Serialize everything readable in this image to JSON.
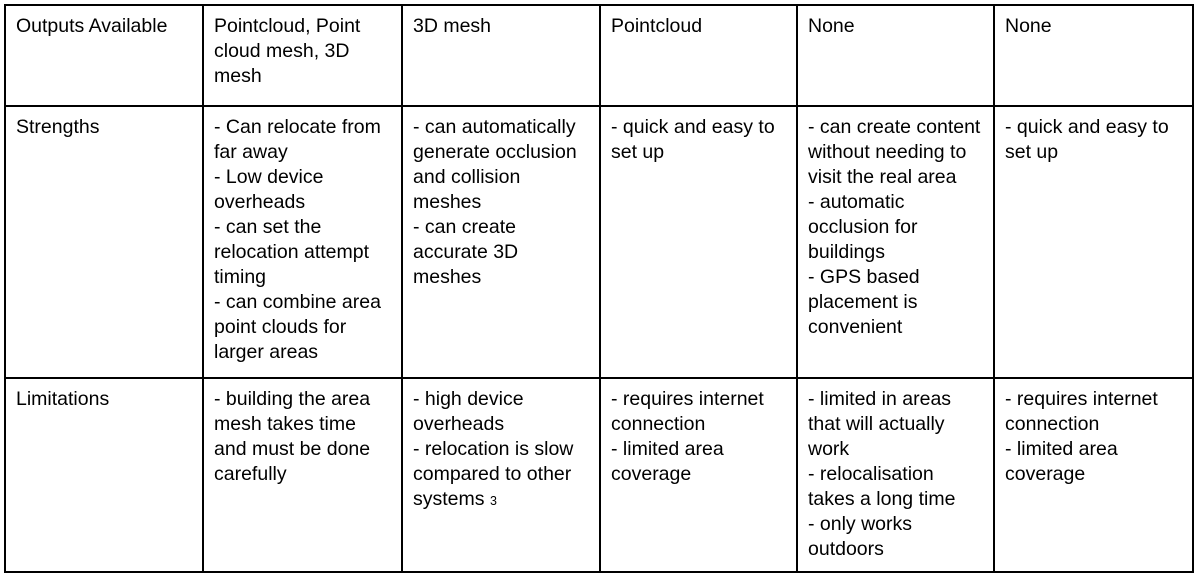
{
  "table": {
    "row_labels": {
      "outputs": "Outputs Available",
      "strengths": "Strengths",
      "limitations": "Limitations"
    },
    "rows": [
      {
        "id": "outputs-available",
        "label": "Outputs Available",
        "cells": [
          "Pointcloud, Point cloud mesh, 3D mesh",
          "3D mesh",
          "Pointcloud",
          "None",
          "None"
        ]
      },
      {
        "id": "strengths",
        "label": "Strengths",
        "cells": [
          "- Can relocate from far away\n- Low device overheads\n- can set the relocation attempt timing\n- can combine area point clouds for larger areas",
          "- can automatically generate occlusion and collision meshes\n- can create accurate 3D meshes",
          "- quick and easy to set up",
          "- can create content without needing to visit the real area\n- automatic occlusion for buildings\n- GPS based placement is convenient",
          "- quick and easy to set up"
        ]
      },
      {
        "id": "limitations",
        "label": "Limitations",
        "cells": [
          "- building the area mesh takes time and must be done carefully",
          "- high device overheads\n- relocation is slow compared to other systems ",
          "- requires internet connection\n- limited area coverage",
          "- limited in areas that will actually work\n- relocalisation takes a long time\n- only works outdoors",
          "- requires internet connection\n- limited area coverage"
        ]
      }
    ],
    "footnote_marker": "3",
    "colors": {
      "border": "#000000",
      "text": "#000000",
      "background": "#ffffff"
    }
  }
}
